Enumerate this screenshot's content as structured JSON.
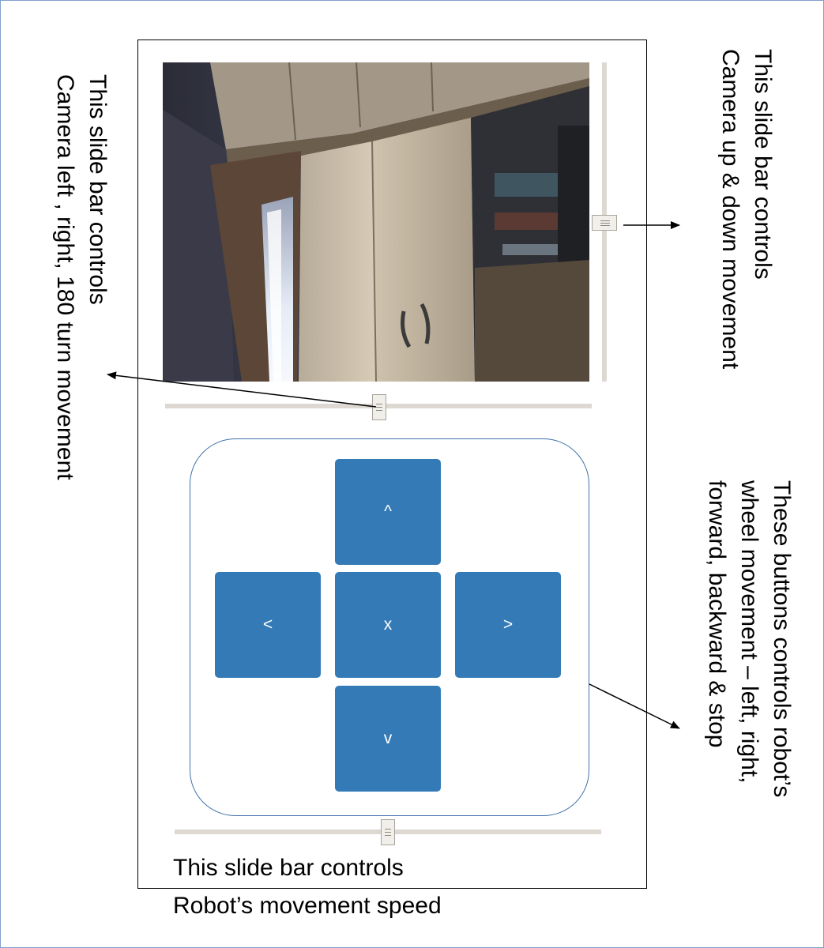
{
  "controls": {
    "forward_button": "^",
    "left_button": "<",
    "stop_button": "x",
    "right_button": ">",
    "backward_button": "v"
  },
  "annotations": {
    "camera_tilt": [
      "This slide bar controls",
      "Camera up & down movement"
    ],
    "camera_pan": [
      "This slide bar controls",
      "Camera left , right, 180 turn movement"
    ],
    "wheel_buttons": [
      "These buttons controls robot’s",
      "wheel movement – left, right,",
      "forward, backward & stop"
    ],
    "speed": [
      "This slide bar controls",
      "Robot’s movement speed"
    ]
  },
  "sliders": {
    "camera_tilt_level": 0.5,
    "camera_pan_level": 0.5,
    "speed_level": 0.5
  },
  "colors": {
    "button_fill": "#337ab7",
    "dpad_border": "#3f71a8",
    "slider_track": "#ddd9d2",
    "frame_border": "#7f9fcf"
  }
}
